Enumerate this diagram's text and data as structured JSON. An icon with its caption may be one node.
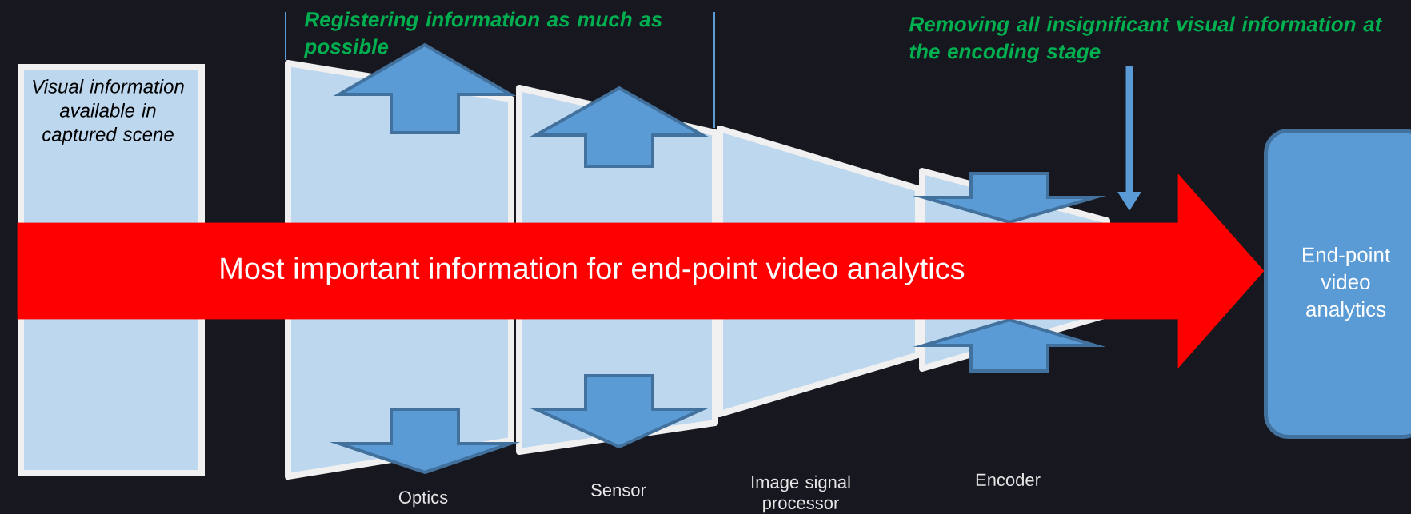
{
  "diagram": {
    "nodes": [
      {
        "text": [
          "Visual information available in captured scene"
        ]
      },
      {
        "text": [],
        "shape": "trapezoid",
        "beside": [
          "Optics"
        ]
      },
      {
        "text": [],
        "shape": "trapezoid",
        "beside": [
          "Sensor"
        ]
      },
      {
        "text": [],
        "shape": "trapezoid",
        "beside": [
          "Image signal processor"
        ]
      },
      {
        "text": [],
        "shape": "trapezoid"
      },
      {
        "text": [
          "End-point video analytics"
        ]
      },
      {
        "text": [
          "Removing all insignificant visual information at the encoding stage"
        ]
      }
    ],
    "edges": [
      {
        "from": 0,
        "to": 5,
        "arrow": "to",
        "label": "Most important information for end-point video analytics",
        "style": "thick",
        "color": "#ff0000"
      },
      {
        "from": 6,
        "to": null,
        "arrow": "to",
        "color": "#5b9bd5"
      }
    ],
    "labels": [
      "Registering information as much as possible",
      "Encoder"
    ]
  }
}
